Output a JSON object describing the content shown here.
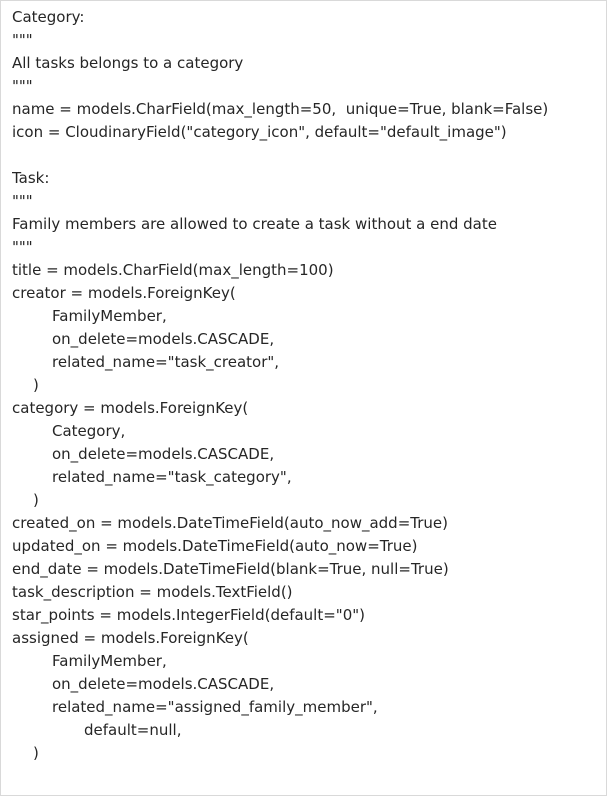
{
  "lines": [
    {
      "text": "Category:",
      "indent": 0
    },
    {
      "text": "\"\"\"",
      "indent": 0
    },
    {
      "text": "All tasks belongs to a category",
      "indent": 0
    },
    {
      "text": "\"\"\"",
      "indent": 0
    },
    {
      "text": "name = models.CharField(max_length=50,  unique=True, blank=False)",
      "indent": 0
    },
    {
      "text": "icon = CloudinaryField(\"category_icon\", default=\"default_image\")",
      "indent": 0
    },
    {
      "text": "",
      "indent": 0
    },
    {
      "text": "Task:",
      "indent": 0
    },
    {
      "text": "\"\"\"",
      "indent": 0
    },
    {
      "text": "Family members are allowed to create a task without a end date",
      "indent": 0
    },
    {
      "text": "\"\"\"",
      "indent": 0
    },
    {
      "text": "title = models.CharField(max_length=100)",
      "indent": 0
    },
    {
      "text": "creator = models.ForeignKey(",
      "indent": 0
    },
    {
      "text": "FamilyMember,",
      "indent": 1
    },
    {
      "text": "on_delete=models.CASCADE,",
      "indent": 1
    },
    {
      "text": "related_name=\"task_creator\",",
      "indent": 1
    },
    {
      "text": ")",
      "indent": 3
    },
    {
      "text": "category = models.ForeignKey(",
      "indent": 0
    },
    {
      "text": "Category,",
      "indent": 1
    },
    {
      "text": "on_delete=models.CASCADE,",
      "indent": 1
    },
    {
      "text": "related_name=\"task_category\",",
      "indent": 1
    },
    {
      "text": ")",
      "indent": 3
    },
    {
      "text": "created_on = models.DateTimeField(auto_now_add=True)",
      "indent": 0
    },
    {
      "text": "updated_on = models.DateTimeField(auto_now=True)",
      "indent": 0
    },
    {
      "text": "end_date = models.DateTimeField(blank=True, null=True)",
      "indent": 0
    },
    {
      "text": "task_description = models.TextField()",
      "indent": 0
    },
    {
      "text": "star_points = models.IntegerField(default=\"0\")",
      "indent": 0
    },
    {
      "text": "assigned = models.ForeignKey(",
      "indent": 0
    },
    {
      "text": "FamilyMember,",
      "indent": 1
    },
    {
      "text": "on_delete=models.CASCADE,",
      "indent": 1
    },
    {
      "text": "related_name=\"assigned_family_member\",",
      "indent": 1
    },
    {
      "text": "default=null,",
      "indent": 2
    },
    {
      "text": ")",
      "indent": 3
    }
  ]
}
